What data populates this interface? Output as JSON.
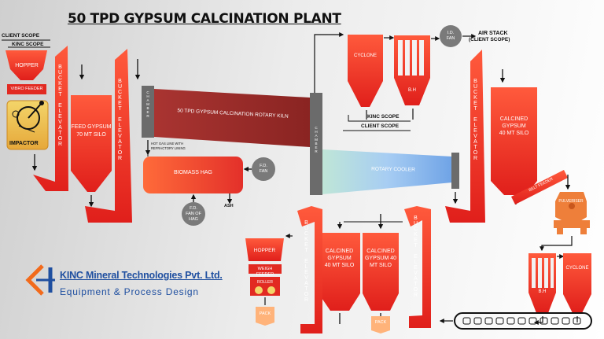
{
  "title": "50 TPD GYPSUM  CALCINATION PLANT",
  "scope": {
    "client_scope_top": "CLIENT SCOPE",
    "kinc_scope_top": "KINC SCOPE",
    "kinc_scope_cyclone": "KINC SCOPE",
    "client_scope_cyclone": "CLIENT SCOPE",
    "air_stack": "AIR STACK",
    "air_stack_scope": "(CLIENT SCOPE)"
  },
  "feed_line": {
    "hopper": "HOPPER",
    "vibro_feeder": "VIBRO FEEDER",
    "impactor": "IMPACTOR",
    "bucket_elevator_1": "BUCKET ELEVATOR",
    "feed_silo_1": "FEED GYPSUM",
    "feed_silo_2": "70 MT SILO",
    "bucket_elevator_2": "BUCKET ELEVATOR"
  },
  "kiln": {
    "chamber_left": "CHAMBER",
    "rotary_kiln": "50 TPD GYPSUM CALCINATION ROTARY KILN",
    "chamber_right": "CHAMBER",
    "hot_gas_note_1": "HOT GAS LINE WITH",
    "hot_gas_note_2": "REFRACTORY LINING",
    "biomass_hag": "BIOMASS HAG",
    "fd_fan_1": "F.D.",
    "fd_fan_2": "FAN",
    "fd_fan_hag_1": "F.D.",
    "fd_fan_hag_2": "FAN OF",
    "fd_fan_hag_3": "HAG",
    "ash": "ASH"
  },
  "gas_line": {
    "cyclone": "CYCLONE",
    "bh": "B.H",
    "id_fan_1": "I.D.",
    "id_fan_2": "FAN"
  },
  "cooling": {
    "rotary_cooler": "ROTARY COOLER",
    "bucket_elevator_3": "BUCKET ELEVATOR",
    "calcined_silo_top_1": "CALCINED",
    "calcined_silo_top_2": "GYPSUM",
    "calcined_silo_top_3": "40 MT SILO",
    "belt_feeder": "BELT FEEDER",
    "pulveriser": "PULVERISER",
    "bh": "B.H",
    "cyclone": "CYCLONE"
  },
  "packing": {
    "hopper": "HOPPER",
    "weigh_feeder": "WEIGH FEEDER",
    "roller": "ROLLER",
    "pack_1": "PACK",
    "bucket_elevator_4": "BUCKET ELEVATOR",
    "silo_a_1": "CALCINED",
    "silo_a_2": "GYPSUM",
    "silo_a_3": "40 MT SILO",
    "silo_b_1": "CALCINED",
    "silo_b_2": "GYPSUM 40",
    "silo_b_3": "MT SILO",
    "pack_2": "PACK",
    "bucket_elevator_5": "BUCKET ELEVATOR"
  },
  "logo": {
    "company": "KINC Mineral Technologies Pvt. Ltd.",
    "tagline": "Equipment & Process Design"
  },
  "colors": {
    "red": "#e8231f",
    "red_light": "#ff6a4d",
    "kiln": "#9b2a27",
    "cooler_start": "#9fd8ec",
    "fan_grey": "#7a7a7a",
    "brand_blue": "#1f4fa0",
    "brand_orange": "#f26a1b"
  }
}
